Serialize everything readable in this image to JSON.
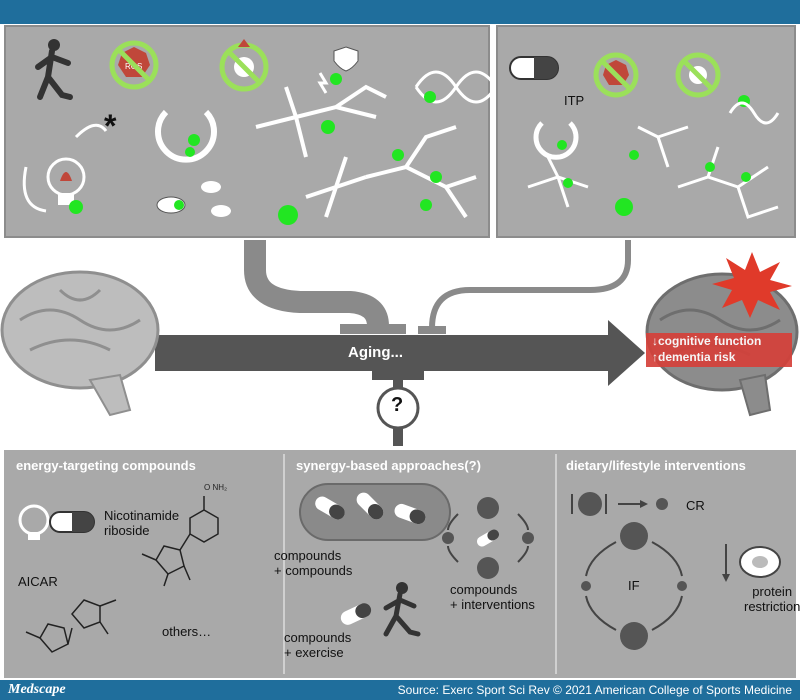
{
  "top_panel_right": {
    "itp_label": "ITP"
  },
  "center": {
    "aging_label": "Aging...",
    "question_mark": "?",
    "outcomes": [
      "↓cognitive function",
      "↑dementia risk"
    ]
  },
  "bottom": {
    "energy": {
      "header": "energy-targeting compounds",
      "nicotinamide_riboside": [
        "Nicotinamide",
        "riboside"
      ],
      "aicar": "AICAR",
      "others": "others…"
    },
    "synergy": {
      "header": "synergy-based approaches(?)",
      "compounds_compounds": [
        "compounds",
        "+ compounds"
      ],
      "compounds_interventions": [
        "compounds",
        "+ interventions"
      ],
      "compounds_exercise": [
        "compounds",
        "+ exercise"
      ]
    },
    "dietary": {
      "header": "dietary/lifestyle interventions",
      "cr": "CR",
      "if": "IF",
      "protein_restriction": [
        "protein",
        "restriction"
      ]
    }
  },
  "footer": {
    "brand": "Medscape",
    "source": "Source: Exerc Sport Sci Rev © 2021 American College of Sports Medicine"
  },
  "colors": {
    "brand_blue": "#1f6e9c",
    "panel_gray": "#a9a9a9",
    "red": "#d5413a",
    "green": "#22e622"
  }
}
